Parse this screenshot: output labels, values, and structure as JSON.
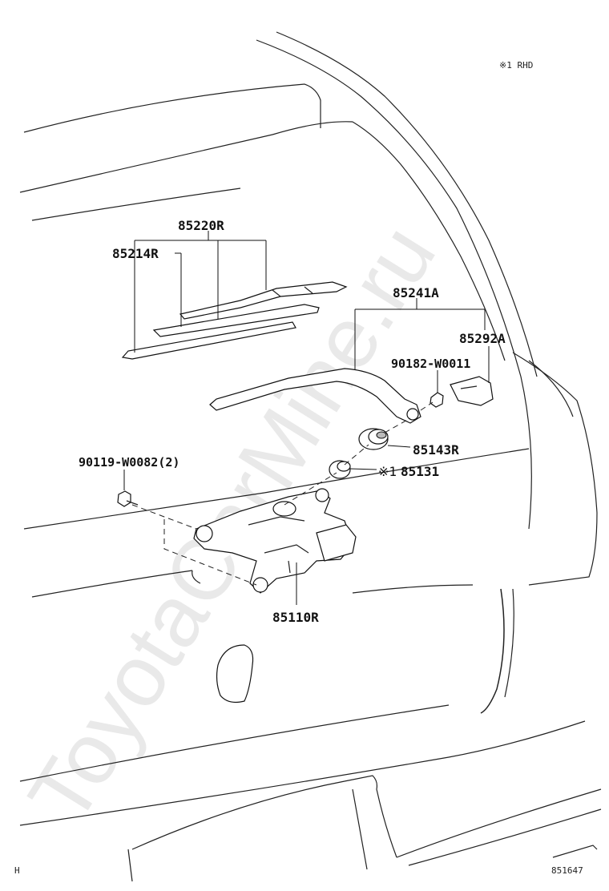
{
  "note": "※1 RHD",
  "watermark": "ToyotaCarMine.ru",
  "part_labels": {
    "wiper_blade_assy": "85220R",
    "wiper_rubber": "85214R",
    "wiper_arm": "85241A",
    "pivot_cover": "85292A",
    "nut": "90182-W0011",
    "pivot_cap": "85143R",
    "grommet_prefix": "※1",
    "grommet": "85131",
    "bolt": "90119-W0082(2)",
    "motor": "85110R"
  },
  "corner_mark": "H",
  "diagram_code": "851647"
}
